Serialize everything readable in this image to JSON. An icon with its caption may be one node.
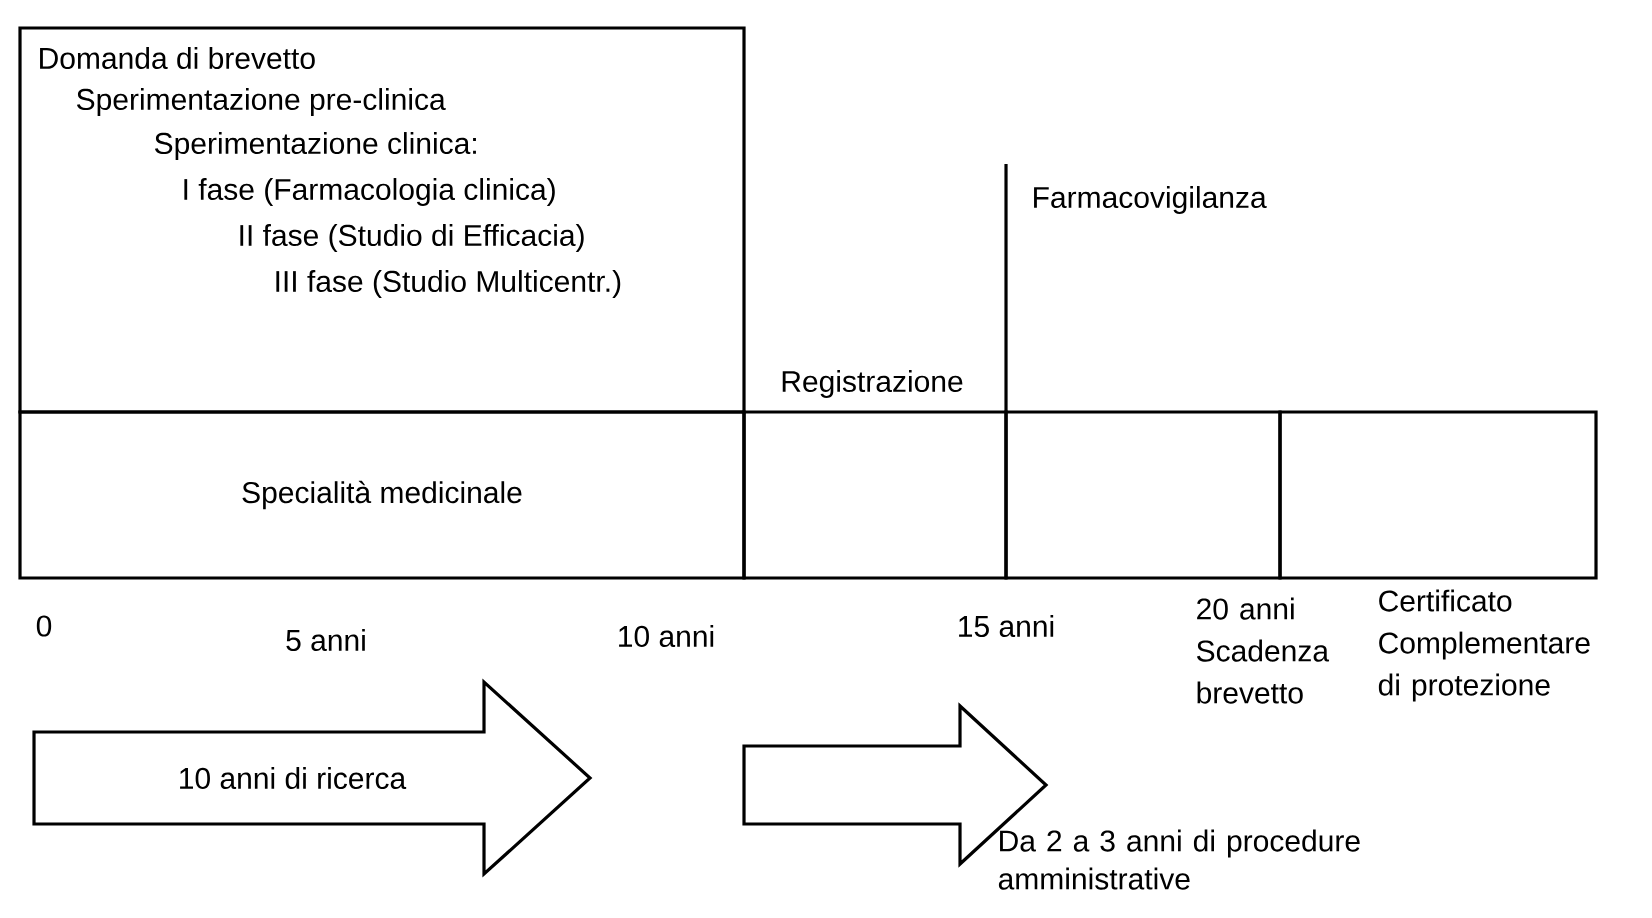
{
  "diagram": {
    "nodes": [
      {
        "text": [
          "Domanda di brevetto",
          "Sperimentazione pre-clinica",
          "Sperimentazione clinica:",
          "I fase (Farmacologia clinica)",
          "II fase (Studio di Efficacia)",
          "III fase (Studio Multicentr.)"
        ]
      },
      {
        "text": [
          "Specialità medicinale"
        ]
      },
      {
        "text": [],
        "shape": "box"
      },
      {
        "text": [],
        "shape": "box"
      },
      {
        "text": [],
        "shape": "box"
      },
      {
        "text": [
          "10 anni di ricerca"
        ]
      },
      {
        "text": [],
        "shape": "arrow",
        "beside": [
          "Da 2 a 3 anni di procedure amministrative"
        ]
      }
    ],
    "labels": [
      "Farmacovigilanza",
      "Registrazione",
      "0",
      "5 anni",
      "10 anni",
      "15 anni",
      "20 anni Scadenza brevetto",
      "Certificato Complementare di protezione"
    ]
  }
}
